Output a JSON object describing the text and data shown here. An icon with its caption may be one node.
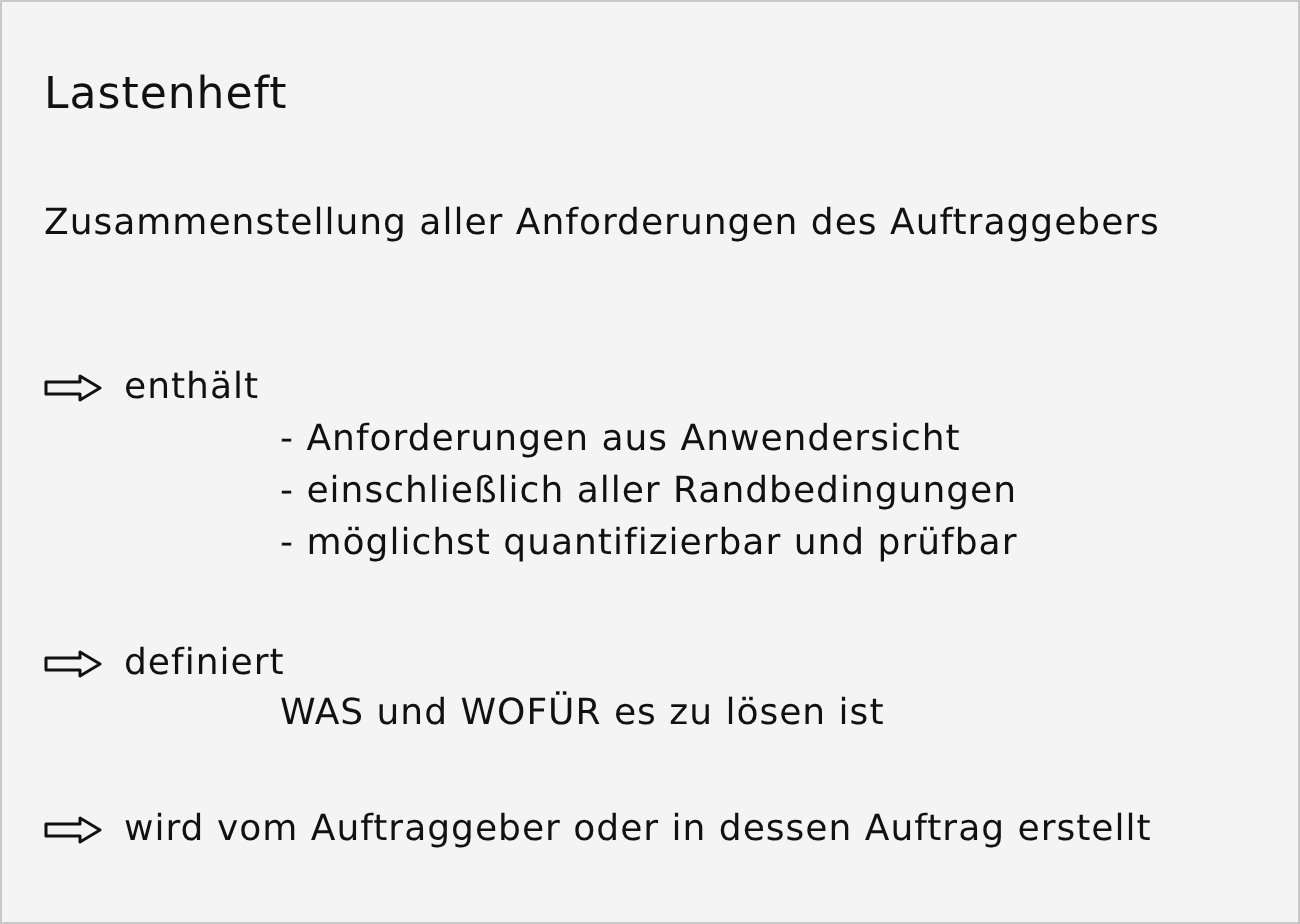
{
  "diagram": {
    "title": "Lastenheft",
    "labels": [
      "Zusammenstellung aller Anforderungen des Auftraggebers",
      "enthält",
      "- Anforderungen aus Anwendersicht",
      "- einschließlich aller Randbedingungen",
      "- möglichst quantifizierbar und prüfbar",
      "definiert",
      "WAS und WOFÜR es zu lösen ist",
      "wird vom Auftraggeber oder in dessen Auftrag erstellt"
    ]
  }
}
